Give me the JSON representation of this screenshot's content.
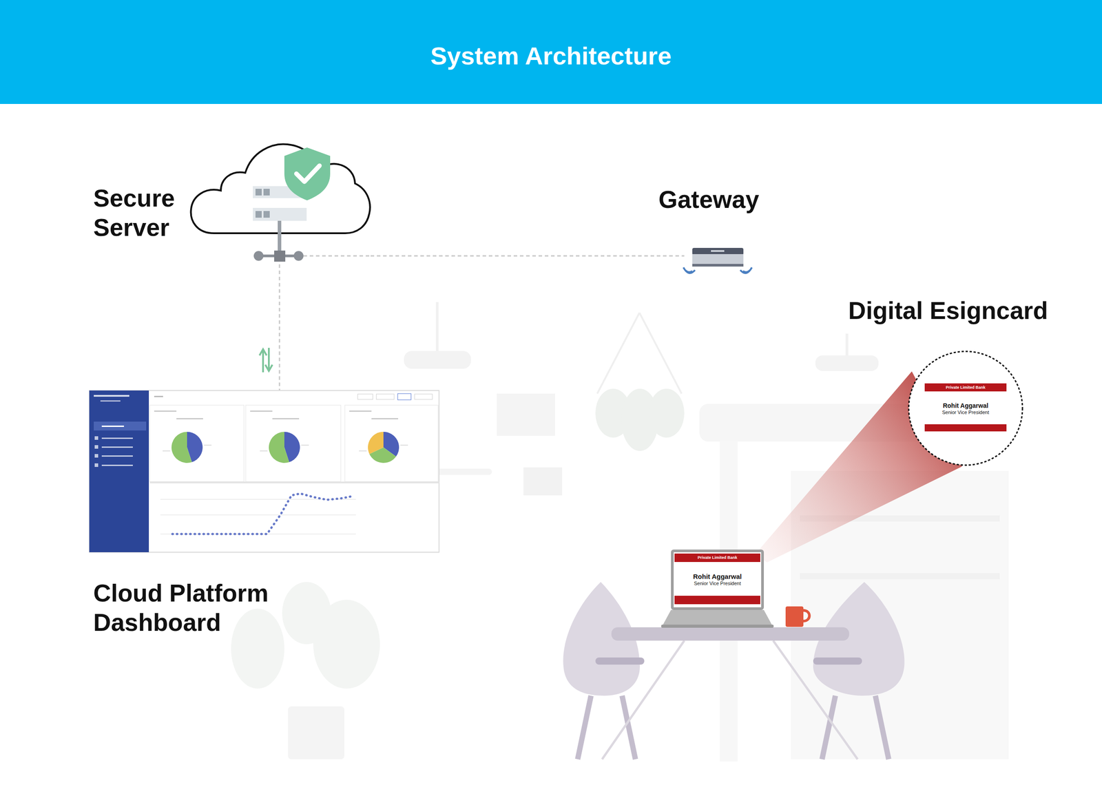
{
  "diagram": {
    "title": "System Architecture",
    "nodes": [
      {
        "text": [
          "Secure Server"
        ]
      },
      {
        "text": [
          "Gateway"
        ]
      },
      {
        "text": [
          "Digital Esigncard",
          "Private Limited Bank",
          "Rohit Aggarwal",
          "Senior Vice President"
        ]
      },
      {
        "text": [
          "Cloud Platform Dashboard"
        ]
      },
      {
        "text": [
          "Private Limited Bank",
          "Rohit Aggarwal",
          "Senior Vice President"
        ]
      }
    ],
    "edges": [
      {
        "from": 0,
        "to": 1,
        "arrow": "none"
      },
      {
        "from": 0,
        "to": 3,
        "arrow": "none"
      }
    ]
  }
}
